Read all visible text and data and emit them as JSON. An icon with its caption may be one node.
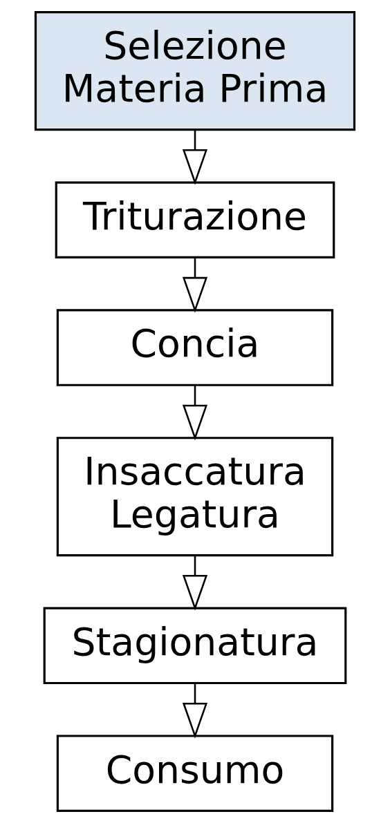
{
  "diagram": {
    "nodes": [
      {
        "text": [
          "Selezione Materia Prima"
        ]
      },
      {
        "text": [
          "Triturazione"
        ]
      },
      {
        "text": [
          "Concia"
        ]
      },
      {
        "text": [
          "Insaccatura Legatura"
        ]
      },
      {
        "text": [
          "Stagionatura"
        ]
      },
      {
        "text": [
          "Consumo"
        ]
      }
    ],
    "edges": [
      {
        "from": 0,
        "to": 1,
        "arrow": "to"
      },
      {
        "from": 1,
        "to": 2,
        "arrow": "to"
      },
      {
        "from": 2,
        "to": 3,
        "arrow": "to"
      },
      {
        "from": 3,
        "to": 4,
        "arrow": "to"
      },
      {
        "from": 4,
        "to": 5,
        "arrow": "to"
      }
    ]
  }
}
